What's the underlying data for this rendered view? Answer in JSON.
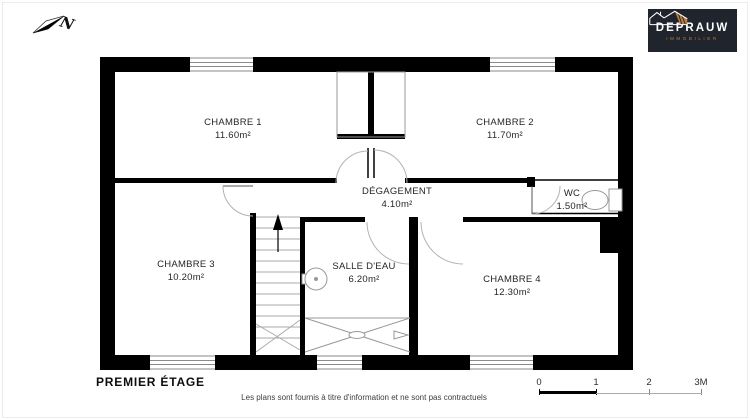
{
  "north_indicator": {
    "label": "N"
  },
  "logo": {
    "brand": "DEPRAUW",
    "tagline": "IMMOBILIER",
    "bg_color": "#20242c",
    "accent_color": "#b97c45",
    "text_color": "#ffffff"
  },
  "plan": {
    "wall_color": "#000000",
    "rooms": [
      {
        "name": "CHAMBRE 1",
        "area": "11.60m²"
      },
      {
        "name": "CHAMBRE 2",
        "area": "11.70m²"
      },
      {
        "name": "DÉGAGEMENT",
        "area": "4.10m²"
      },
      {
        "name": "WC",
        "area": "1.50m²"
      },
      {
        "name": "CHAMBRE 3",
        "area": "10.20m²"
      },
      {
        "name": "SALLE D'EAU",
        "area": "6.20m²"
      },
      {
        "name": "CHAMBRE 4",
        "area": "12.30m²"
      }
    ]
  },
  "footer": {
    "title": "PREMIER ÉTAGE",
    "disclaimer": "Les plans sont fournis à titre d'information et ne sont pas contractuels",
    "scale_ticks": [
      "0",
      "1",
      "2",
      "3M"
    ]
  }
}
